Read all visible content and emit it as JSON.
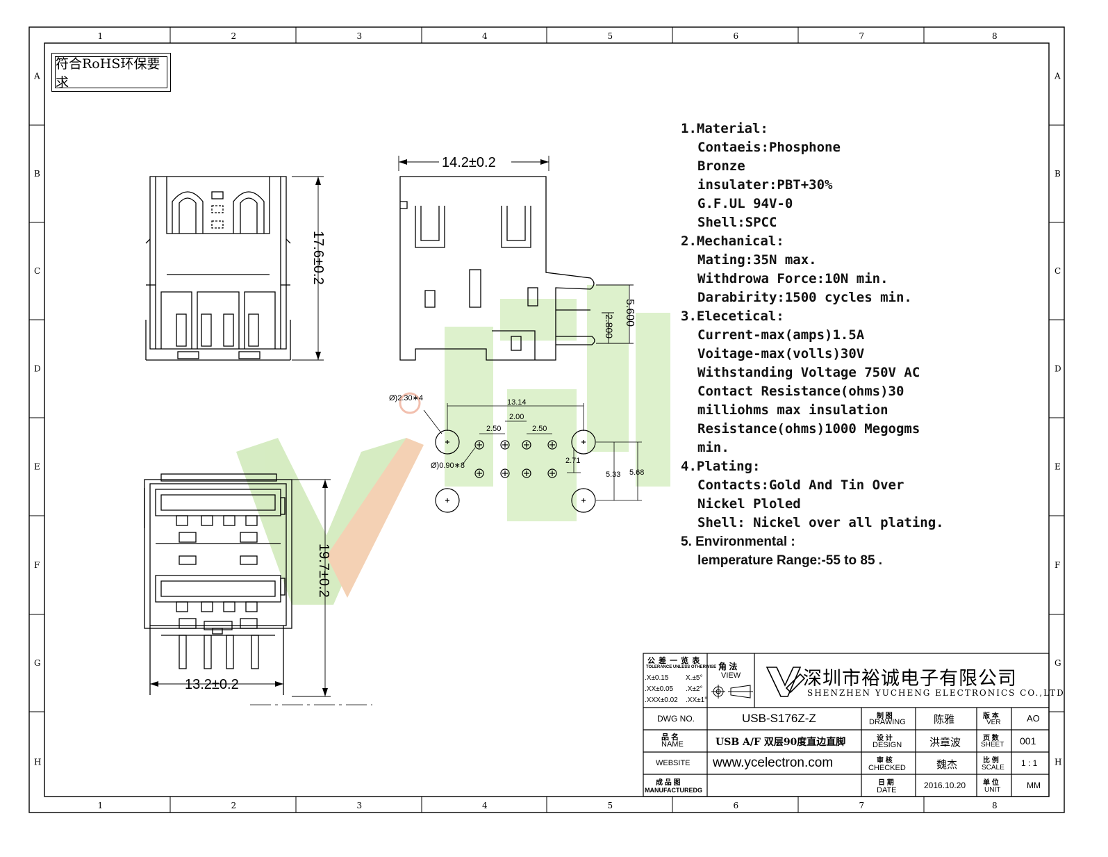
{
  "border": {
    "columns": [
      "1",
      "2",
      "3",
      "4",
      "5",
      "6",
      "7",
      "8"
    ],
    "rows": [
      "A",
      "B",
      "C",
      "D",
      "E",
      "F",
      "G",
      "H"
    ]
  },
  "rohs_label": "符合RoHS环保要求",
  "watermark_color": "#cfe9b8",
  "watermark_accent": "#f3c9a8",
  "views": {
    "front_top": {
      "height_dim": "17.6±0.2"
    },
    "side": {
      "width_dim": "14.2±0.2",
      "dim_a": "5.600",
      "dim_b": "2.800"
    },
    "front_bottom": {
      "height_dim": "19.7±0.2",
      "width_dim": "13.2±0.2"
    },
    "footprint": {
      "hole_large": "Ø)2.30∗4",
      "hole_small": "Ø)0.90∗8",
      "span": "13.14",
      "pitch_mid": "2.00",
      "pitch_left": "2.50",
      "pitch_right": "2.50",
      "row_gap": "2.71",
      "v1": "5.33",
      "v2": "5.68"
    }
  },
  "specs": [
    {
      "text": "1.Material:",
      "header": true
    },
    {
      "text": "Contaeis:Phosphone"
    },
    {
      "text": "Bronze"
    },
    {
      "text": "insulater:PBT+30%"
    },
    {
      "text": "G.F.UL   94V-0"
    },
    {
      "text": "Shell:SPCC"
    },
    {
      "text": "2.Mechanical:",
      "header": true
    },
    {
      "text": "Mating:35N max."
    },
    {
      "text": "Withdrowa Force:10N min."
    },
    {
      "text": "Darabirity:1500 cycles min."
    },
    {
      "text": "3.Elecetical:",
      "header": true
    },
    {
      "text": "Current-max(amps)1.5A"
    },
    {
      "text": "Voitage-max(volls)30V"
    },
    {
      "text": "Withstanding Voltage 750V AC"
    },
    {
      "text": "Contact Resistance(ohms)30"
    },
    {
      "text": "milliohms max insulation"
    },
    {
      "text": "Resistance(ohms)1000 Megogms"
    },
    {
      "text": "min."
    },
    {
      "text": "4.Plating:",
      "header": true
    },
    {
      "text": "Contacts:Gold And Tin Over"
    },
    {
      "text": "Nickel Ploled"
    },
    {
      "text": "Shell: Nickel over all plating."
    },
    {
      "text": "5. Environmental :",
      "header": true,
      "sans": true
    },
    {
      "text": "lemperature Range:-55  to 85   .",
      "sans": true
    }
  ],
  "title_block": {
    "tolerance_title": "公 差 一 览 表",
    "tolerance_sub": "TOLERANCE UNLESS OTHERWISE",
    "tol_rows": [
      {
        "a": ".X±0.15",
        "b": "X.±5°"
      },
      {
        "a": ".XX±0.05",
        "b": ".X±2°"
      },
      {
        "a": ".XXX±0.02",
        "b": ".XX±1°"
      }
    ],
    "view_cn": "角 法",
    "view_en": "VIEW",
    "company_cn": "深圳市裕诚电子有限公司",
    "company_en": "SHENZHEN YUCHENG ELECTRONICS CO.,LTD",
    "dwg_no_label": "DWG NO.",
    "dwg_no": "USB-S176Z-Z",
    "name_label_cn": "品 名",
    "name_label_en": "NAME",
    "name": "USB A/F 双层90度直边直脚",
    "website_label": "WEBSITE",
    "website": "www.ycelectron.com",
    "mfg_label_cn": "成 品 图",
    "mfg_label_en": "MANUFACTUREDG",
    "drawing_cn": "制 图",
    "drawing_en": "DRAWING",
    "drawing": "陈雅",
    "design_cn": "设 计",
    "design_en": "DESIGN",
    "design": "洪章波",
    "checked_cn": "审 核",
    "checked_en": "CHECKED",
    "checked": "魏杰",
    "date_cn": "日 期",
    "date_en": "DATE",
    "date": "2016.10.20",
    "ver_cn": "版 本",
    "ver_en": "VER",
    "ver": "AO",
    "sheet_cn": "页 数",
    "sheet_en": "SHEET",
    "sheet": "001",
    "scale_cn": "比 例",
    "scale_en": "SCALE",
    "scale": "1 : 1",
    "unit_cn": "单 位",
    "unit_en": "UNIT",
    "unit": "MM"
  }
}
